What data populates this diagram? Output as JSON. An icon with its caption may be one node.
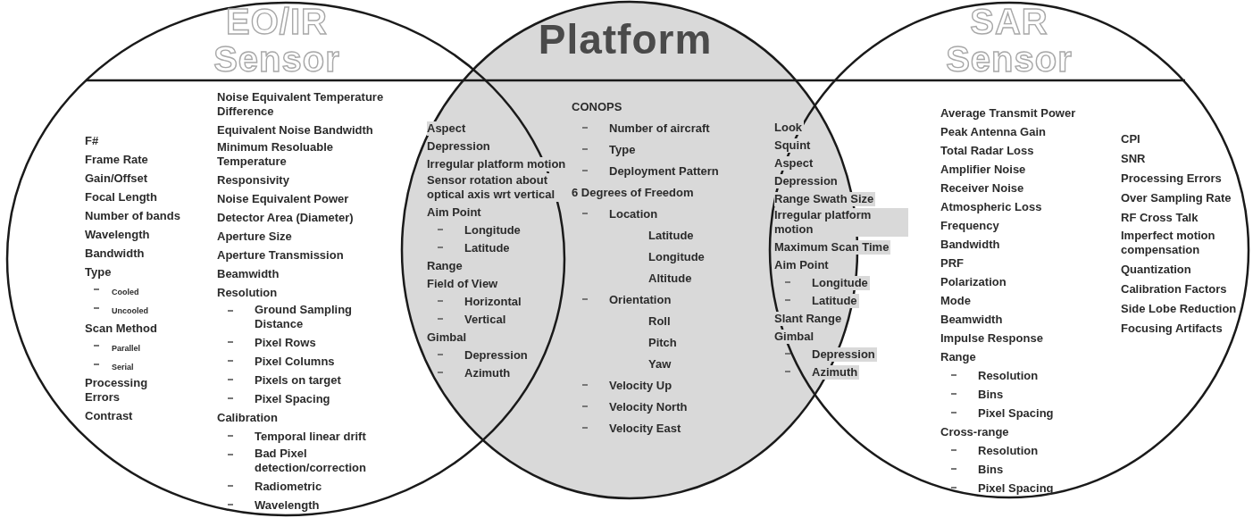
{
  "diagram": {
    "nodes": [
      {
        "text": [
          "EO/IR Sensor"
        ]
      },
      {
        "text": [
          "Platform"
        ]
      },
      {
        "text": [
          "SAR Sensor"
        ]
      }
    ],
    "labels": [
      "F#",
      "Frame Rate",
      "Gain/Offset",
      "Focal Length",
      "Number of bands",
      "Wavelength",
      "Bandwidth",
      "Type",
      "Cooled",
      "Uncooled",
      "Scan Method",
      "Parallel",
      "Serial",
      "Processing Errors",
      "Contrast",
      "Noise Equivalent Temperature Difference",
      "Equivalent Noise Bandwidth",
      "Minimum Resoluable Temperature",
      "Responsivity",
      "Noise Equivalent Power",
      "Detector Area (Diameter)",
      "Aperture Size",
      "Aperture Transmission",
      "Beamwidth",
      "Resolution",
      "Ground Sampling Distance",
      "Pixel Rows",
      "Pixel Columns",
      "Pixels on target",
      "Pixel Spacing",
      "Calibration",
      "Temporal linear drift",
      "Bad Pixel detection/correction",
      "Radiometric",
      "Wavelength",
      "Aspect",
      "Depression",
      "Irregular platform motion",
      "Sensor rotation about optical axis wrt vertical",
      "Aim Point",
      "Longitude",
      "Latitude",
      "Range",
      "Field of View",
      "Horizontal",
      "Vertical",
      "Gimbal",
      "Depression",
      "Azimuth",
      "CONOPS",
      "Number of aircraft",
      "Type",
      "Deployment Pattern",
      "6 Degrees of Freedom",
      "Location",
      "Latitude",
      "Longitude",
      "Altitude",
      "Orientation",
      "Roll",
      "Pitch",
      "Yaw",
      "Velocity Up",
      "Velocity North",
      "Velocity East",
      "Look",
      "Squint",
      "Aspect",
      "Depression",
      "Range Swath Size",
      "Irregular platform motion",
      "Maximum Scan Time",
      "Aim Point",
      "Longitude",
      "Latitude",
      "Slant Range",
      "Gimbal",
      "Depression",
      "Azimuth",
      "Average Transmit Power",
      "Peak Antenna Gain",
      "Total Radar Loss",
      "Amplifier Noise",
      "Receiver Noise",
      "Atmospheric Loss",
      "Frequency",
      "Bandwidth",
      "PRF",
      "Polarization",
      "Mode",
      "Beamwidth",
      "Impulse Response",
      "Range",
      "Resolution",
      "Bins",
      "Pixel Spacing",
      "Cross-range",
      "Resolution",
      "Bins",
      "Pixel Spacing",
      "CPI",
      "SNR",
      "Processing Errors",
      "Over Sampling Rate",
      "RF Cross Talk",
      "Imperfect motion compensation",
      "Quantization",
      "Calibration Factors",
      "Side Lobe Reduction",
      "Focusing Artifacts"
    ]
  }
}
